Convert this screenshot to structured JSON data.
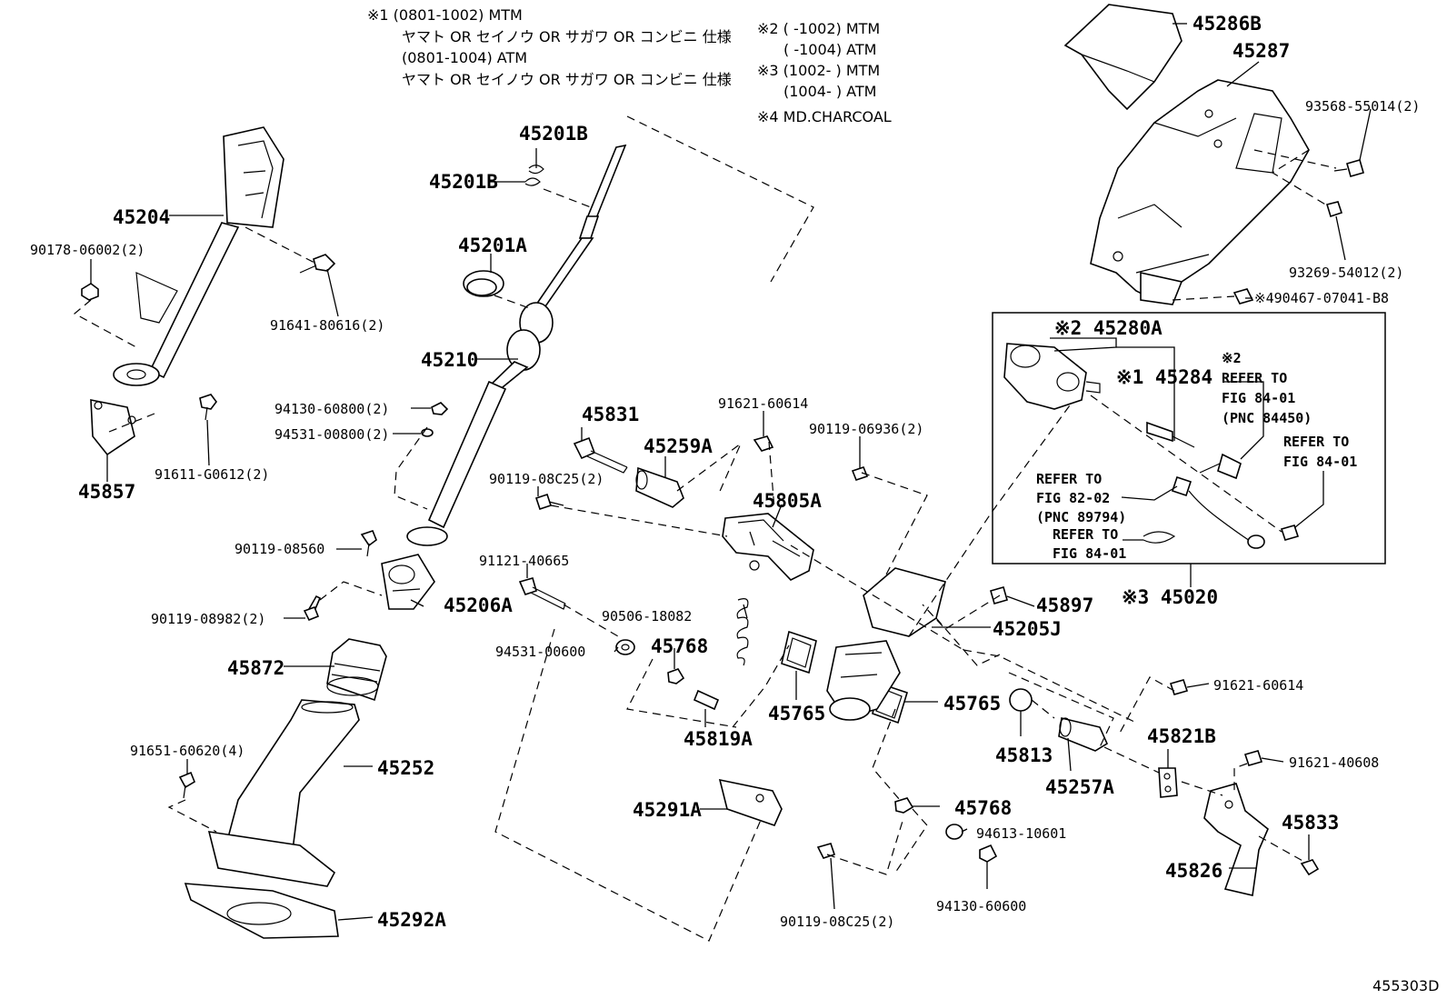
{
  "notes": {
    "n1": [
      "※1 (0801-1002) MTM",
      "ヤマト OR セイノウ OR サガワ OR コンビニ 仕様",
      "(0801-1004) ATM",
      "ヤマト OR セイノウ OR サガワ OR コンビニ 仕様"
    ],
    "n2": [
      "※2 (     -1002) MTM",
      "(     -1004) ATM",
      "※3 (1002-     ) MTM",
      "(1004-     ) ATM",
      "※4 MD.CHARCOAL"
    ]
  },
  "figure_code": "455303D",
  "labels": {
    "p45201B_top": "45201B",
    "p45201B": "45201B",
    "p45204": "45204",
    "p90178": "90178-06002(2)",
    "p91641": "91641-80616(2)",
    "p45201A": "45201A",
    "p45210": "45210",
    "p94130_800": "94130-60800(2)",
    "p94531_800": "94531-00800(2)",
    "p91611": "91611-G0612(2)",
    "p45857": "45857",
    "p90119_8560": "90119-08560",
    "p90119_8982": "90119-08982(2)",
    "p45206A": "45206A",
    "p45872": "45872",
    "p91651": "91651-60620(4)",
    "p45252": "45252",
    "p45292A": "45292A",
    "p45831": "45831",
    "p45259A": "45259A",
    "p90119_8C25_a": "90119-08C25(2)",
    "p91621_614_a": "91621-60614",
    "p90119_6936": "90119-06936(2)",
    "p45805A": "45805A",
    "p91121": "91121-40665",
    "p90506": "90506-18082",
    "p94531_600": "94531-00600",
    "p45768_a": "45768",
    "p45819A": "45819A",
    "p45765_a": "45765",
    "p45765_b": "45765",
    "p45897": "45897",
    "p45205J": "45205J",
    "p45291A": "45291A",
    "p45768_b": "45768",
    "p94613": "94613-10601",
    "p94130_600": "94130-60600",
    "p90119_8C25_b": "90119-08C25(2)",
    "p45813": "45813",
    "p45257A": "45257A",
    "p91621_614_b": "91621-60614",
    "p45821B": "45821B",
    "p91621_608": "91621-40608",
    "p45833": "45833",
    "p45826": "45826",
    "p45286B": "45286B",
    "p45287": "45287",
    "p93568": "93568-55014(2)",
    "p93269": "93269-54012(2)",
    "p90467": "※490467-07041-B8",
    "p45280A": "※2 45280A",
    "p45284": "※1 45284",
    "p45020": "※3 45020"
  },
  "refs": {
    "r1": [
      "※2",
      "REFER TO",
      "FIG 84-01",
      "(PNC 84450)"
    ],
    "r2": [
      "REFER TO",
      "FIG 84-01"
    ],
    "r3": [
      "REFER TO",
      "FIG 82-02",
      "(PNC 89794)"
    ],
    "r4": [
      "REFER TO",
      "FIG 84-01"
    ]
  }
}
